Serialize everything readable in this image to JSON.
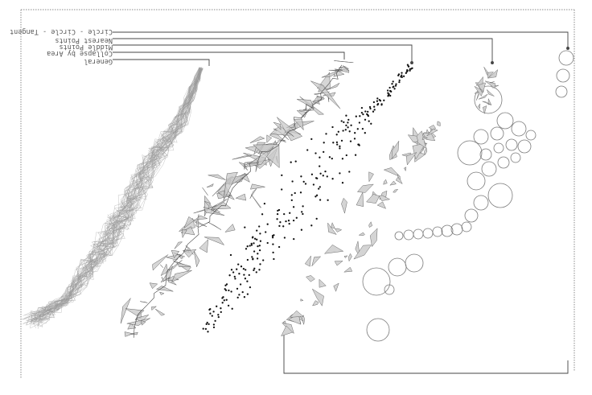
{
  "legend": {
    "labels": [
      "Circle - Circle - Tangent",
      "Nearest Points",
      "Middle Points",
      "Collapse by Area",
      "General"
    ]
  },
  "colors": {
    "frame": "#8a8a8a",
    "leader": "#444444",
    "mesh": "#9a9a9a",
    "fill": "#c8c8c8",
    "dot": "#111111",
    "circle": "#7a7a7a"
  }
}
